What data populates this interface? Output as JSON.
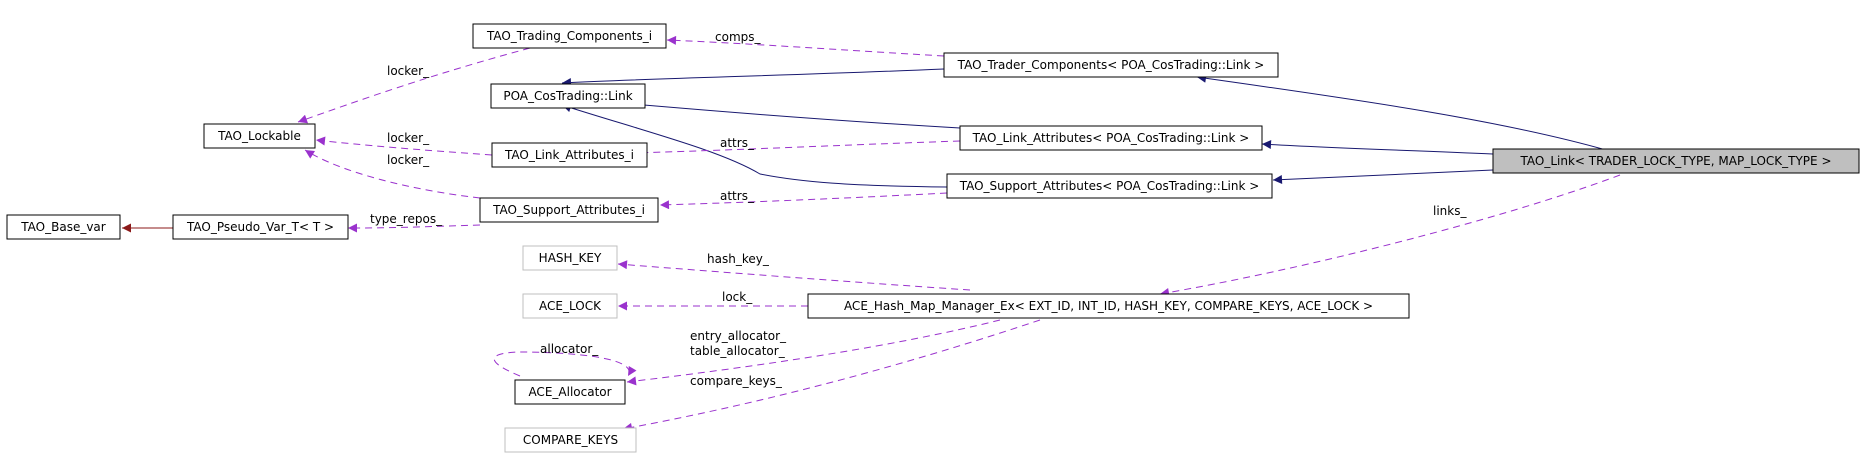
{
  "nodes": {
    "trading_components_i": "TAO_Trading_Components_i",
    "cos_trading_link": "POA_CosTrading::Link",
    "lockable": "TAO_Lockable",
    "link_attributes_i": "TAO_Link_Attributes_i",
    "support_attributes_i": "TAO_Support_Attributes_i",
    "base_var": "TAO_Base_var",
    "pseudo_var_t": "TAO_Pseudo_Var_T< T >",
    "trader_components": "TAO_Trader_Components< POA_CosTrading::Link >",
    "link_attributes": "TAO_Link_Attributes< POA_CosTrading::Link >",
    "support_attributes": "TAO_Support_Attributes< POA_CosTrading::Link >",
    "tao_link": "TAO_Link< TRADER_LOCK_TYPE, MAP_LOCK_TYPE >",
    "hash_key": "HASH_KEY",
    "ace_lock": "ACE_LOCK",
    "ace_allocator": "ACE_Allocator",
    "compare_keys": "COMPARE_KEYS",
    "hash_map_manager": "ACE_Hash_Map_Manager_Ex< EXT_ID, INT_ID, HASH_KEY, COMPARE_KEYS, ACE_LOCK >"
  },
  "edge_labels": {
    "comps": "comps_",
    "locker_1": "locker_",
    "locker_2": "locker_",
    "locker_3": "locker_",
    "attrs_1": "attrs_",
    "attrs_2": "attrs_",
    "type_repos": "type_repos_",
    "links": "links_",
    "hash_key": "hash_key_",
    "lock": "lock_",
    "allocator": "allocator_",
    "entry_allocator": "entry_allocator_",
    "table_allocator": "table_allocator_",
    "compare_keys": "compare_keys_"
  },
  "colors": {
    "inheritance": "#191970",
    "usage": "#9a32cd",
    "template": "#8b1a1a",
    "highlight_fill": "#bfbfbf"
  }
}
